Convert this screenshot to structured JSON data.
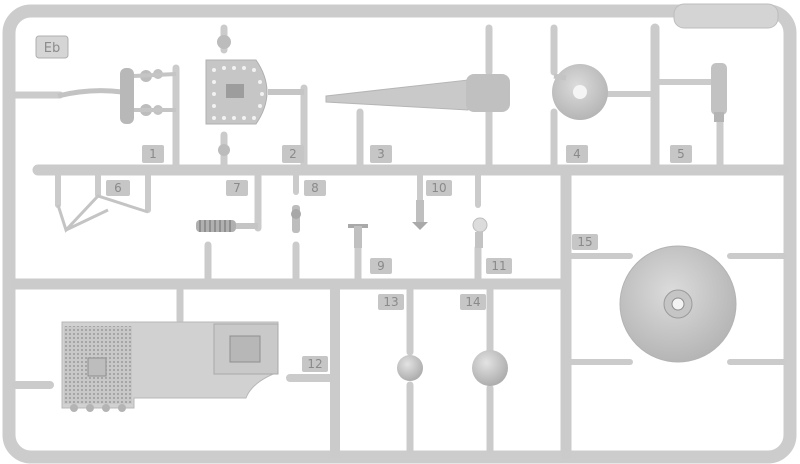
{
  "sprue": {
    "id": "Eb",
    "part_numbers": [
      "1",
      "2",
      "3",
      "4",
      "5",
      "6",
      "7",
      "8",
      "9",
      "10",
      "11",
      "12",
      "13",
      "14",
      "15"
    ]
  },
  "colors": {
    "background": "#ffffff",
    "plastic": "#cfcfcf",
    "plastic_shade": "#b9b9b9",
    "plastic_dark": "#a5a5a5",
    "tag": "#c4c4c4"
  }
}
